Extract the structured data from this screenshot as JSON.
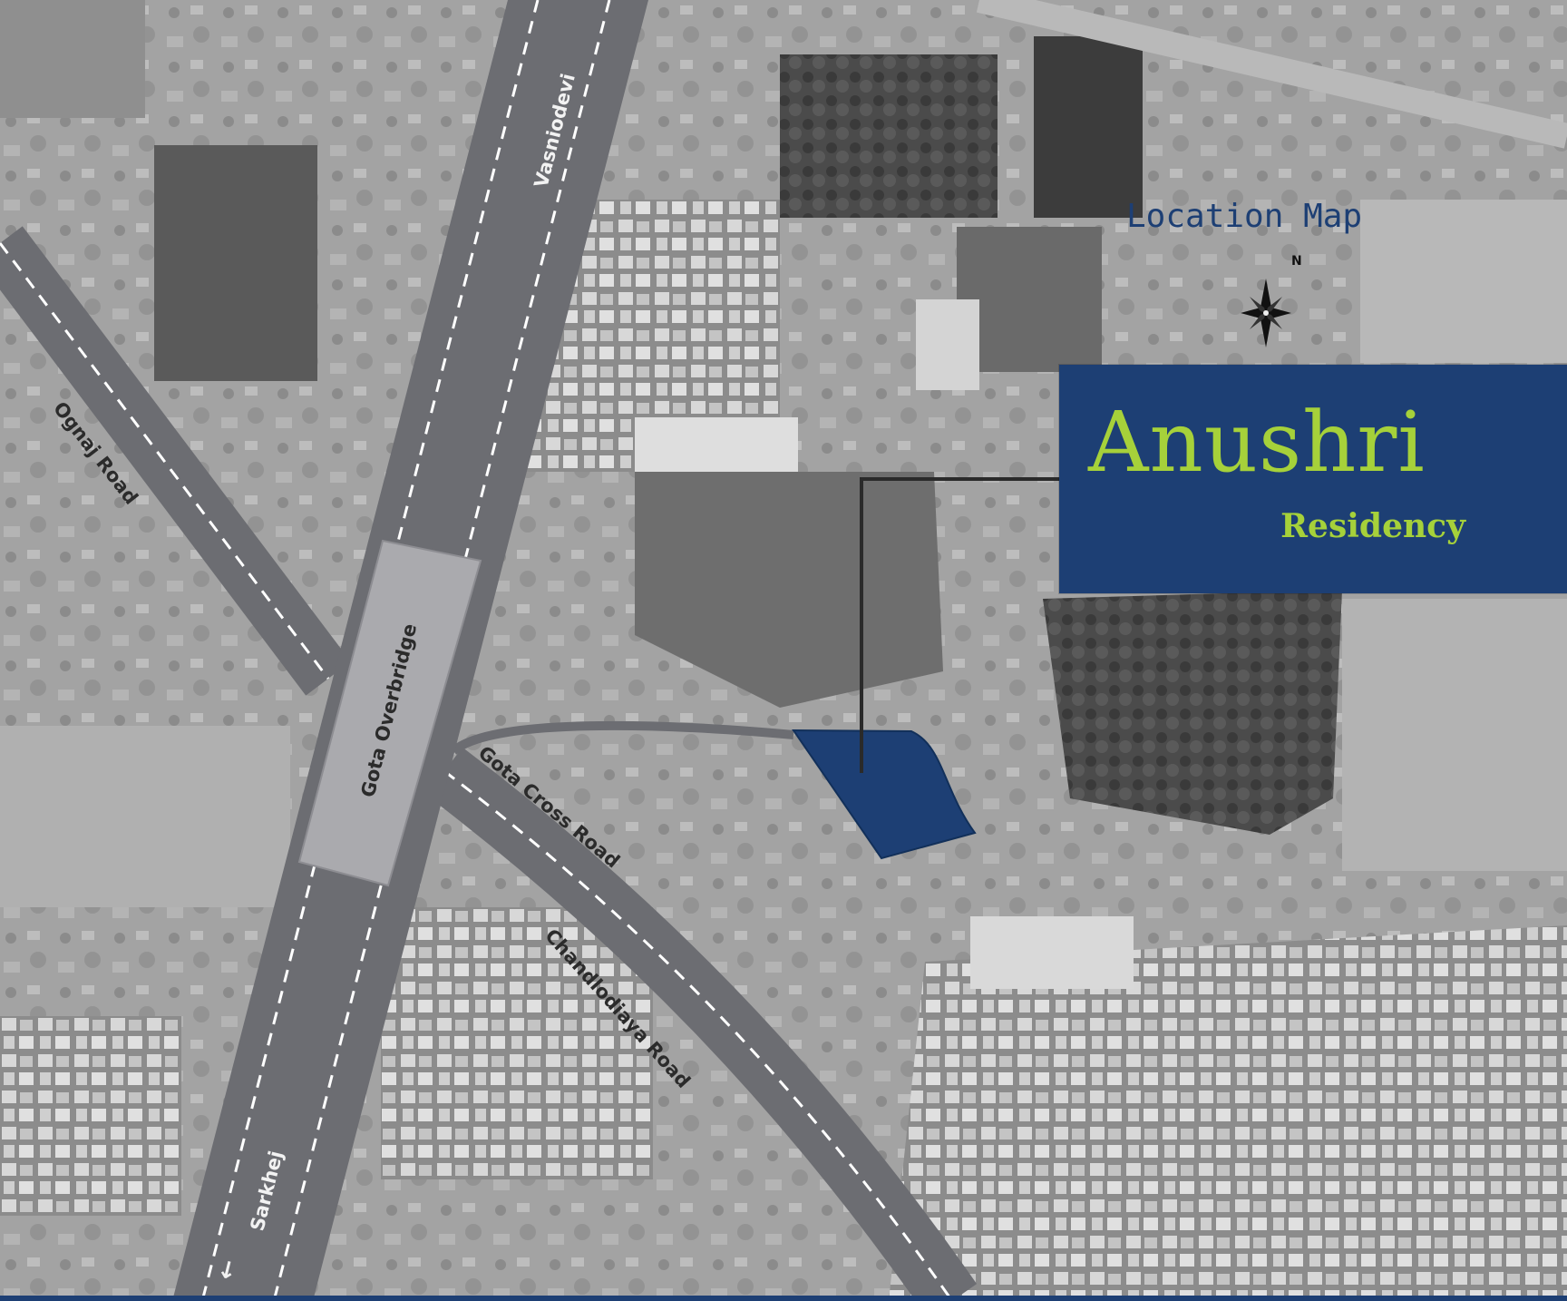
{
  "map": {
    "title": "Location Map",
    "north_label": "N",
    "roads": {
      "vasniodevi": "Vasniodevi",
      "ognaj": "Ognaj Road",
      "gota_overbridge": "Gota Overbridge",
      "gota_cross": "Gota Cross Road",
      "chandlodiaya": "Chandlodiaya Road",
      "sarkhej": "Sarkhej"
    },
    "direction_arrow": "←"
  },
  "project": {
    "name": "Anushri",
    "subtitle": "Residency"
  },
  "colors": {
    "brand_blue": "#1d3f74",
    "brand_green": "#a6d13a",
    "road_gray": "#6c6d72",
    "overbridge_gray": "#aaaaae"
  }
}
